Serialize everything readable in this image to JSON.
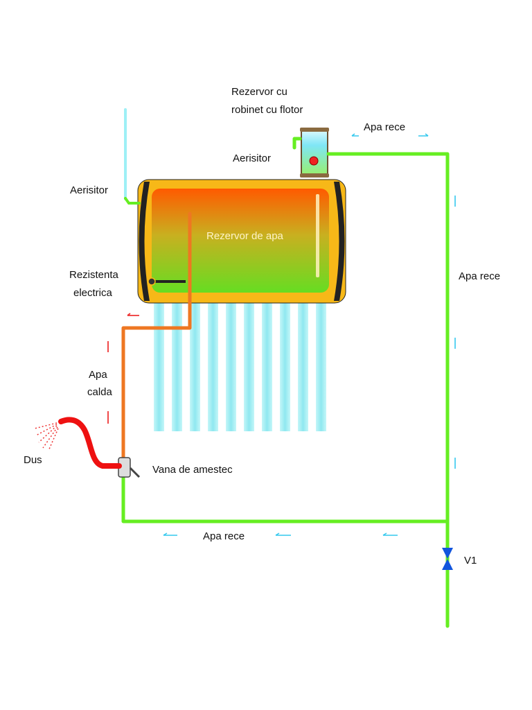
{
  "labels": {
    "tank_float_line1": "Rezervor cu",
    "tank_float_line2": "robinet cu flotor",
    "apa_rece_top": "Apa rece",
    "aerisitor_top": "Aerisitor",
    "aerisitor_left": "Aerisitor",
    "rezervor_apa": "Rezervor de apa",
    "rezistenta_line1": "Rezistenta",
    "rezistenta_line2": "electrica",
    "apa_rece_right": "Apa rece",
    "apa_calda_line1": "Apa",
    "apa_calda_line2": "calda",
    "dus": "Dus",
    "vana": "Vana de amestec",
    "apa_rece_bottom": "Apa rece",
    "v1": "V1"
  },
  "colors": {
    "cold_pipe": "#66ee22",
    "hot_pipe": "#ee7722",
    "shower_pipe": "#ee1111",
    "tube": "#aef0f4",
    "arrow_cold": "#33c8ee",
    "arrow_hot": "#ee3333",
    "valve": "#1155dd"
  }
}
